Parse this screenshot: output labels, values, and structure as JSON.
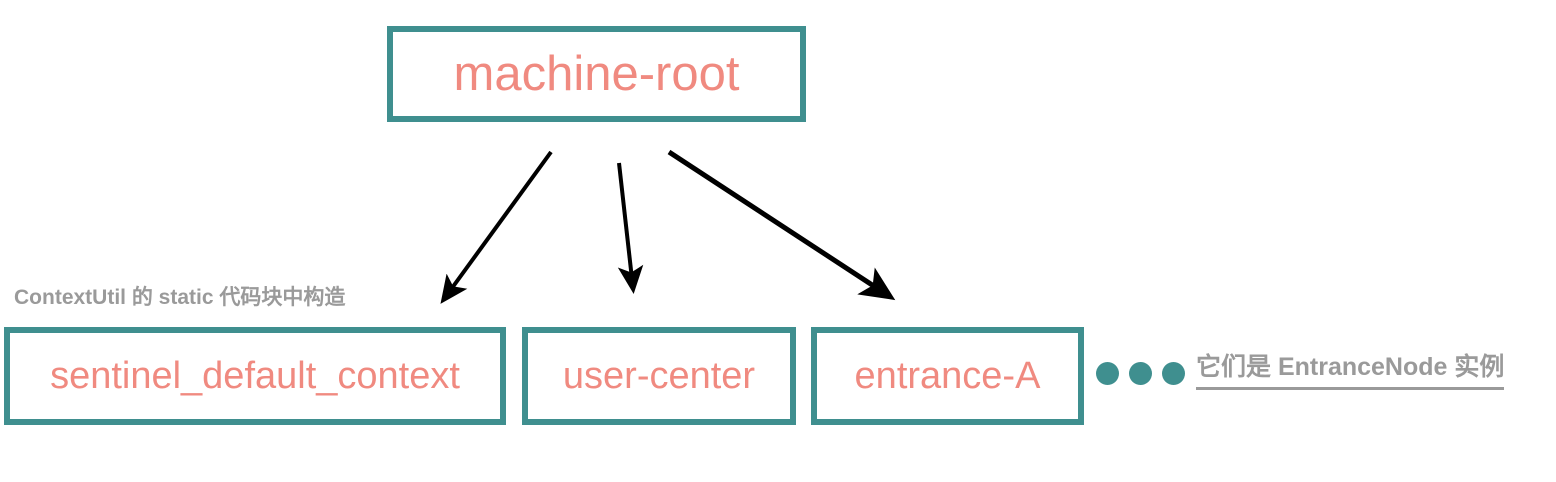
{
  "diagram": {
    "title_node": {
      "id": "machine-root",
      "label": "machine-root"
    },
    "child_nodes": [
      {
        "id": "sentinel_default_context",
        "label": "sentinel_default_context"
      },
      {
        "id": "user-center",
        "label": "user-center"
      },
      {
        "id": "entrance-A",
        "label": "entrance-A"
      }
    ],
    "annotations": {
      "left": "ContextUtil 的 static 代码块中构造",
      "right": "它们是 EntranceNode 实例"
    },
    "ellipsis_dots": 3,
    "edges": [
      {
        "from": "machine-root",
        "to": "sentinel_default_context"
      },
      {
        "from": "machine-root",
        "to": "user-center"
      },
      {
        "from": "machine-root",
        "to": "entrance-A"
      }
    ],
    "colors": {
      "node_border": "#3f8f8f",
      "node_text": "#f08a80",
      "annotation_text": "#9a9a9a",
      "arrow": "#000000",
      "background": "#ffffff",
      "dot": "#3f8f8f"
    }
  }
}
